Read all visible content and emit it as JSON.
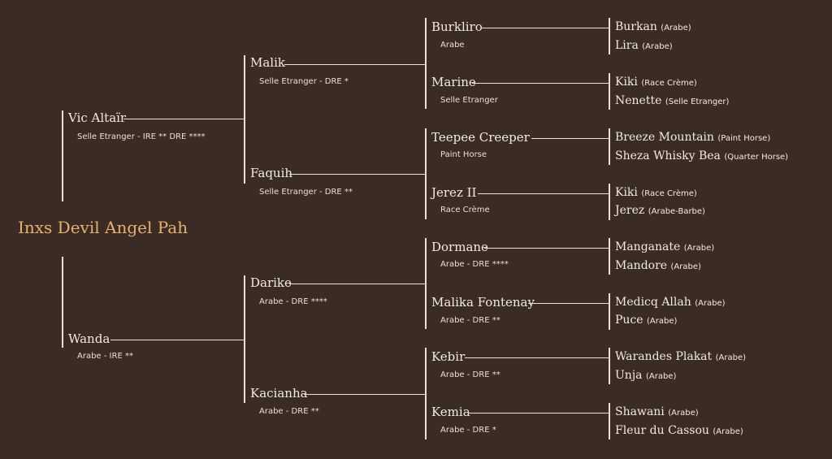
{
  "subject": {
    "name": "Inxs Devil Angel Pah"
  },
  "parents": [
    {
      "name": "Vic Altaïr",
      "details": "Selle Etranger - IRE **   DRE ****"
    },
    {
      "name": "Wanda",
      "details": "Arabe - IRE **"
    }
  ],
  "grandparents": [
    {
      "name": "Malik",
      "details": "Selle Etranger - DRE *"
    },
    {
      "name": "Faquih",
      "details": "Selle Etranger - DRE **"
    },
    {
      "name": "Darike",
      "details": "Arabe - DRE ****"
    },
    {
      "name": "Kacianha",
      "details": "Arabe - DRE **"
    }
  ],
  "great_grandparents": [
    {
      "name": "Burkliro",
      "details": "Arabe"
    },
    {
      "name": "Marine",
      "details": "Selle Etranger"
    },
    {
      "name": "Teepee Creeper",
      "details": "Paint Horse"
    },
    {
      "name": "Jerez II",
      "details": "Race Crème"
    },
    {
      "name": "Dormane",
      "details": "Arabe - DRE ****"
    },
    {
      "name": "Malika Fontenay",
      "details": "Arabe - DRE **"
    },
    {
      "name": "Kebir",
      "details": "Arabe - DRE **"
    },
    {
      "name": "Kemia",
      "details": "Arabe - DRE *"
    }
  ],
  "gg_grandparents": [
    {
      "name": "Burkan",
      "breed": "(Arabe)"
    },
    {
      "name": "Lira",
      "breed": "(Arabe)"
    },
    {
      "name": "Kiki",
      "breed": "(Race Crème)"
    },
    {
      "name": "Nenette",
      "breed": "(Selle Etranger)"
    },
    {
      "name": "Breeze Mountain",
      "breed": "(Paint Horse)"
    },
    {
      "name": "Sheza Whisky Bea",
      "breed": "(Quarter Horse)"
    },
    {
      "name": "Kiki",
      "breed": "(Race Crème)"
    },
    {
      "name": "Jerez",
      "breed": "(Arabe-Barbe)"
    },
    {
      "name": "Manganate",
      "breed": "(Arabe)"
    },
    {
      "name": "Mandore",
      "breed": "(Arabe)"
    },
    {
      "name": "Medicq Allah",
      "breed": "(Arabe)"
    },
    {
      "name": "Puce",
      "breed": "(Arabe)"
    },
    {
      "name": "Warandes Plakat",
      "breed": "(Arabe)"
    },
    {
      "name": "Unja",
      "breed": "(Arabe)"
    },
    {
      "name": "Shawani",
      "breed": "(Arabe)"
    },
    {
      "name": "Fleur du Cassou",
      "breed": "(Arabe)"
    }
  ]
}
